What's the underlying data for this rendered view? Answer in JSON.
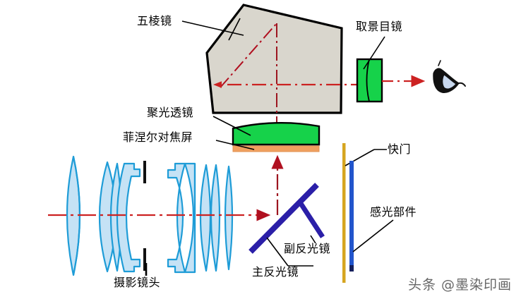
{
  "figure": {
    "title_text": "",
    "type": "optical-diagram",
    "subject": "SLR camera cross-section light path",
    "background_color": "#ffffff"
  },
  "labels": {
    "pentaprism": "五棱镜",
    "viewfinder_eyepiece": "取景目镜",
    "condenser_lens": "聚光透镜",
    "fresnel_focus_screen": "菲涅尔对焦屏",
    "shutter": "快门",
    "photosensor": "感光部件",
    "sub_mirror": "副反光镜",
    "main_mirror": "主反光镜",
    "photographic_lens": "摄影镜头"
  },
  "watermark": {
    "text": "头条 @墨染印画"
  },
  "colors": {
    "prism_fill": "#d9d6cd",
    "prism_stroke": "#000000",
    "lens_glass_fill": "#c5e2f5",
    "lens_glass_stroke": "#1e9cd7",
    "green_lens_fill": "#16d24a",
    "green_lens_stroke": "#000000",
    "fresnel_orange": "#f0a060",
    "mirror_blue": "#2b1fa8",
    "shutter_gold": "#d6a520",
    "sensor_blue": "#2255cc",
    "ray_red": "#b01020",
    "axis_red": "#cc2222",
    "leader_black": "#000000",
    "eye_black": "#111111",
    "eye_iris": "#c8d8ee",
    "watermark_gray": "#5a5a5a"
  },
  "elements": {
    "ray_paths": [
      {
        "name": "optical-axis-horizontal",
        "style": "dash-dot",
        "color": "#cc2222"
      },
      {
        "name": "mirror-to-screen-vertical",
        "style": "dash-dot",
        "color": "#b01020"
      },
      {
        "name": "prism-diagonal-ray",
        "style": "dash-dot",
        "color": "#b01020"
      },
      {
        "name": "prism-to-eyepiece-horizontal",
        "style": "dash-dot",
        "color": "#cc2222"
      }
    ],
    "lens_element_count": 9,
    "diaphragm": "aperture-blades"
  }
}
